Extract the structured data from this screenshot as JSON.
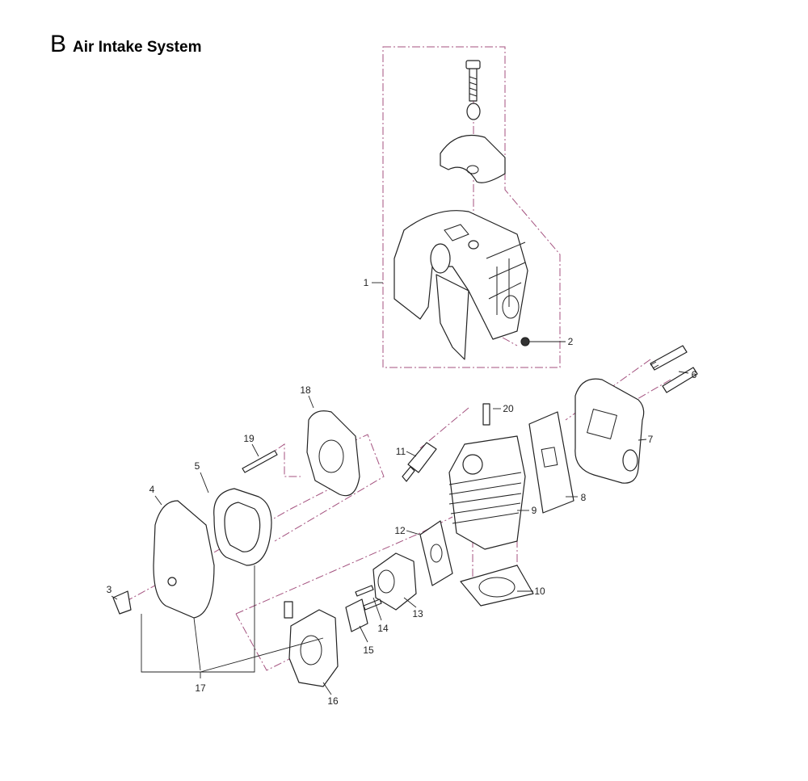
{
  "section": {
    "letter": "B",
    "title": "Air Intake System"
  },
  "callouts": [
    "1",
    "2",
    "3",
    "4",
    "5",
    "6",
    "7",
    "8",
    "9",
    "10",
    "11",
    "12",
    "13",
    "14",
    "15",
    "16",
    "17",
    "18",
    "19",
    "20"
  ],
  "colors": {
    "dash_line": "#a4527f",
    "line": "#222222"
  }
}
